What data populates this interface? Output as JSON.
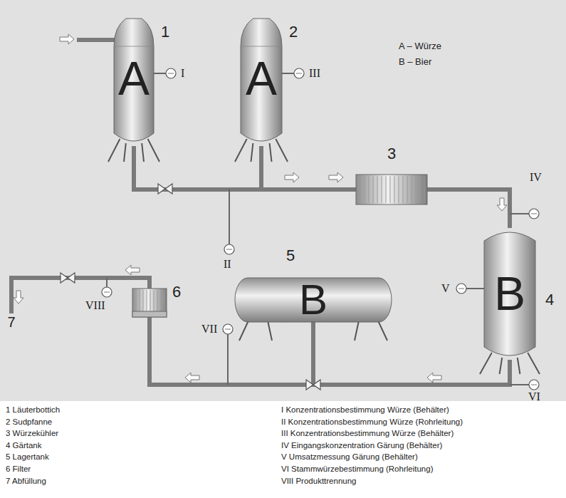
{
  "diagram": {
    "nodes": [
      {
        "text": [
          "A",
          "1"
        ]
      },
      {
        "text": [
          "A",
          "2"
        ]
      },
      {
        "text": [
          "3"
        ]
      },
      {
        "text": [
          "B",
          "4"
        ]
      },
      {
        "text": [
          "5",
          "B"
        ]
      },
      {
        "text": [
          "6"
        ]
      },
      {
        "text": [
          "7"
        ]
      }
    ],
    "edges": [
      {
        "from": 0,
        "to": 2,
        "arrow": "none"
      },
      {
        "from": 1,
        "to": 2,
        "arrow": "none"
      },
      {
        "from": 2,
        "to": 3,
        "arrow": "none"
      },
      {
        "from": 3,
        "to": 4,
        "arrow": "none"
      },
      {
        "from": 4,
        "to": 5,
        "arrow": "none"
      },
      {
        "from": 5,
        "to": 6,
        "arrow": "none"
      }
    ],
    "labels": [
      "I",
      "II",
      "III",
      "IV",
      "V",
      "VI",
      "VII",
      "VIII",
      "A – Würze",
      "B – Bier",
      "1 Läuterbottich",
      "2 Sudpfanne",
      "3 Würzekühler",
      "4 Gärtank",
      "5 Lagertank",
      "6 Filter",
      "7 Abfüllung",
      "I Konzentrationsbestimmung Würze (Behälter)",
      "II Konzentrationsbestimmung Würze (Rohrleitung)",
      "III Konzentrationsbestimmung Würze (Behälter)",
      "IV Eingangskonzentration Gärung (Behälter)",
      "V Umsatzmessung Gärung (Behälter)",
      "VI Stammwürzebestimmung (Rohrleitung)",
      "VIII Produkttrennung"
    ]
  }
}
